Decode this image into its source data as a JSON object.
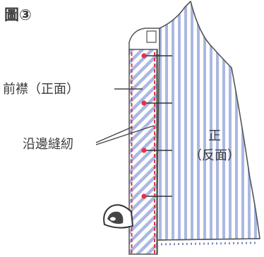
{
  "figure": {
    "number_label": "圖③"
  },
  "labels": {
    "placket": "前襟（正面）",
    "edge_stitch": "沿邊縫紉",
    "right_side_line1": "正",
    "right_side_line2": "（反面）"
  },
  "colors": {
    "stripe_blue": "#aab8e2",
    "stripe_white": "#ffffff",
    "outline": "#555555",
    "stitch_red": "#e3364a",
    "pin_red": "#e8304a"
  },
  "icons": [
    "iron-icon",
    "pin-icon"
  ]
}
